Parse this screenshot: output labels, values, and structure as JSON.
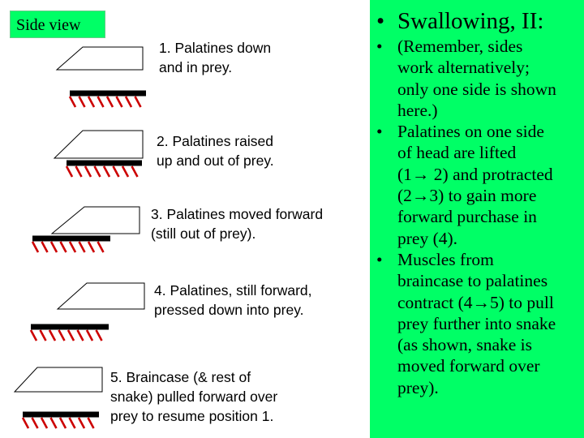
{
  "side_view_label": "Side view",
  "steps": [
    {
      "lines": [
        "1. Palatines down",
        "and in prey."
      ]
    },
    {
      "lines": [
        "2. Palatines raised",
        "up and out of prey."
      ]
    },
    {
      "lines": [
        "3. Palatines moved forward",
        "(still out of prey)."
      ]
    },
    {
      "lines": [
        "4. Palatines, still forward,",
        "pressed down into prey."
      ]
    },
    {
      "lines": [
        "5. Braincase (& rest of",
        "snake) pulled forward over",
        "prey to resume position 1."
      ]
    }
  ],
  "panel": {
    "title": "Swallowing, II:",
    "bullets": [
      "(Remember, sides\nwork alternatively;\nonly one side is shown\nhere.)",
      "Palatines on one side\nof head are lifted\n(1→ 2) and protracted\n(2→3) to gain more\nforward purchase in\nprey (4).",
      "Muscles from\nbraincase to palatines\ncontract (4→5) to pull\nprey further into snake\n(as shown, snake is\nmoved forward over\nprey)."
    ]
  },
  "colors": {
    "panel_background": "#00ff66",
    "prey_hatch": "#cc0000",
    "palatine_bar": "#000000"
  }
}
